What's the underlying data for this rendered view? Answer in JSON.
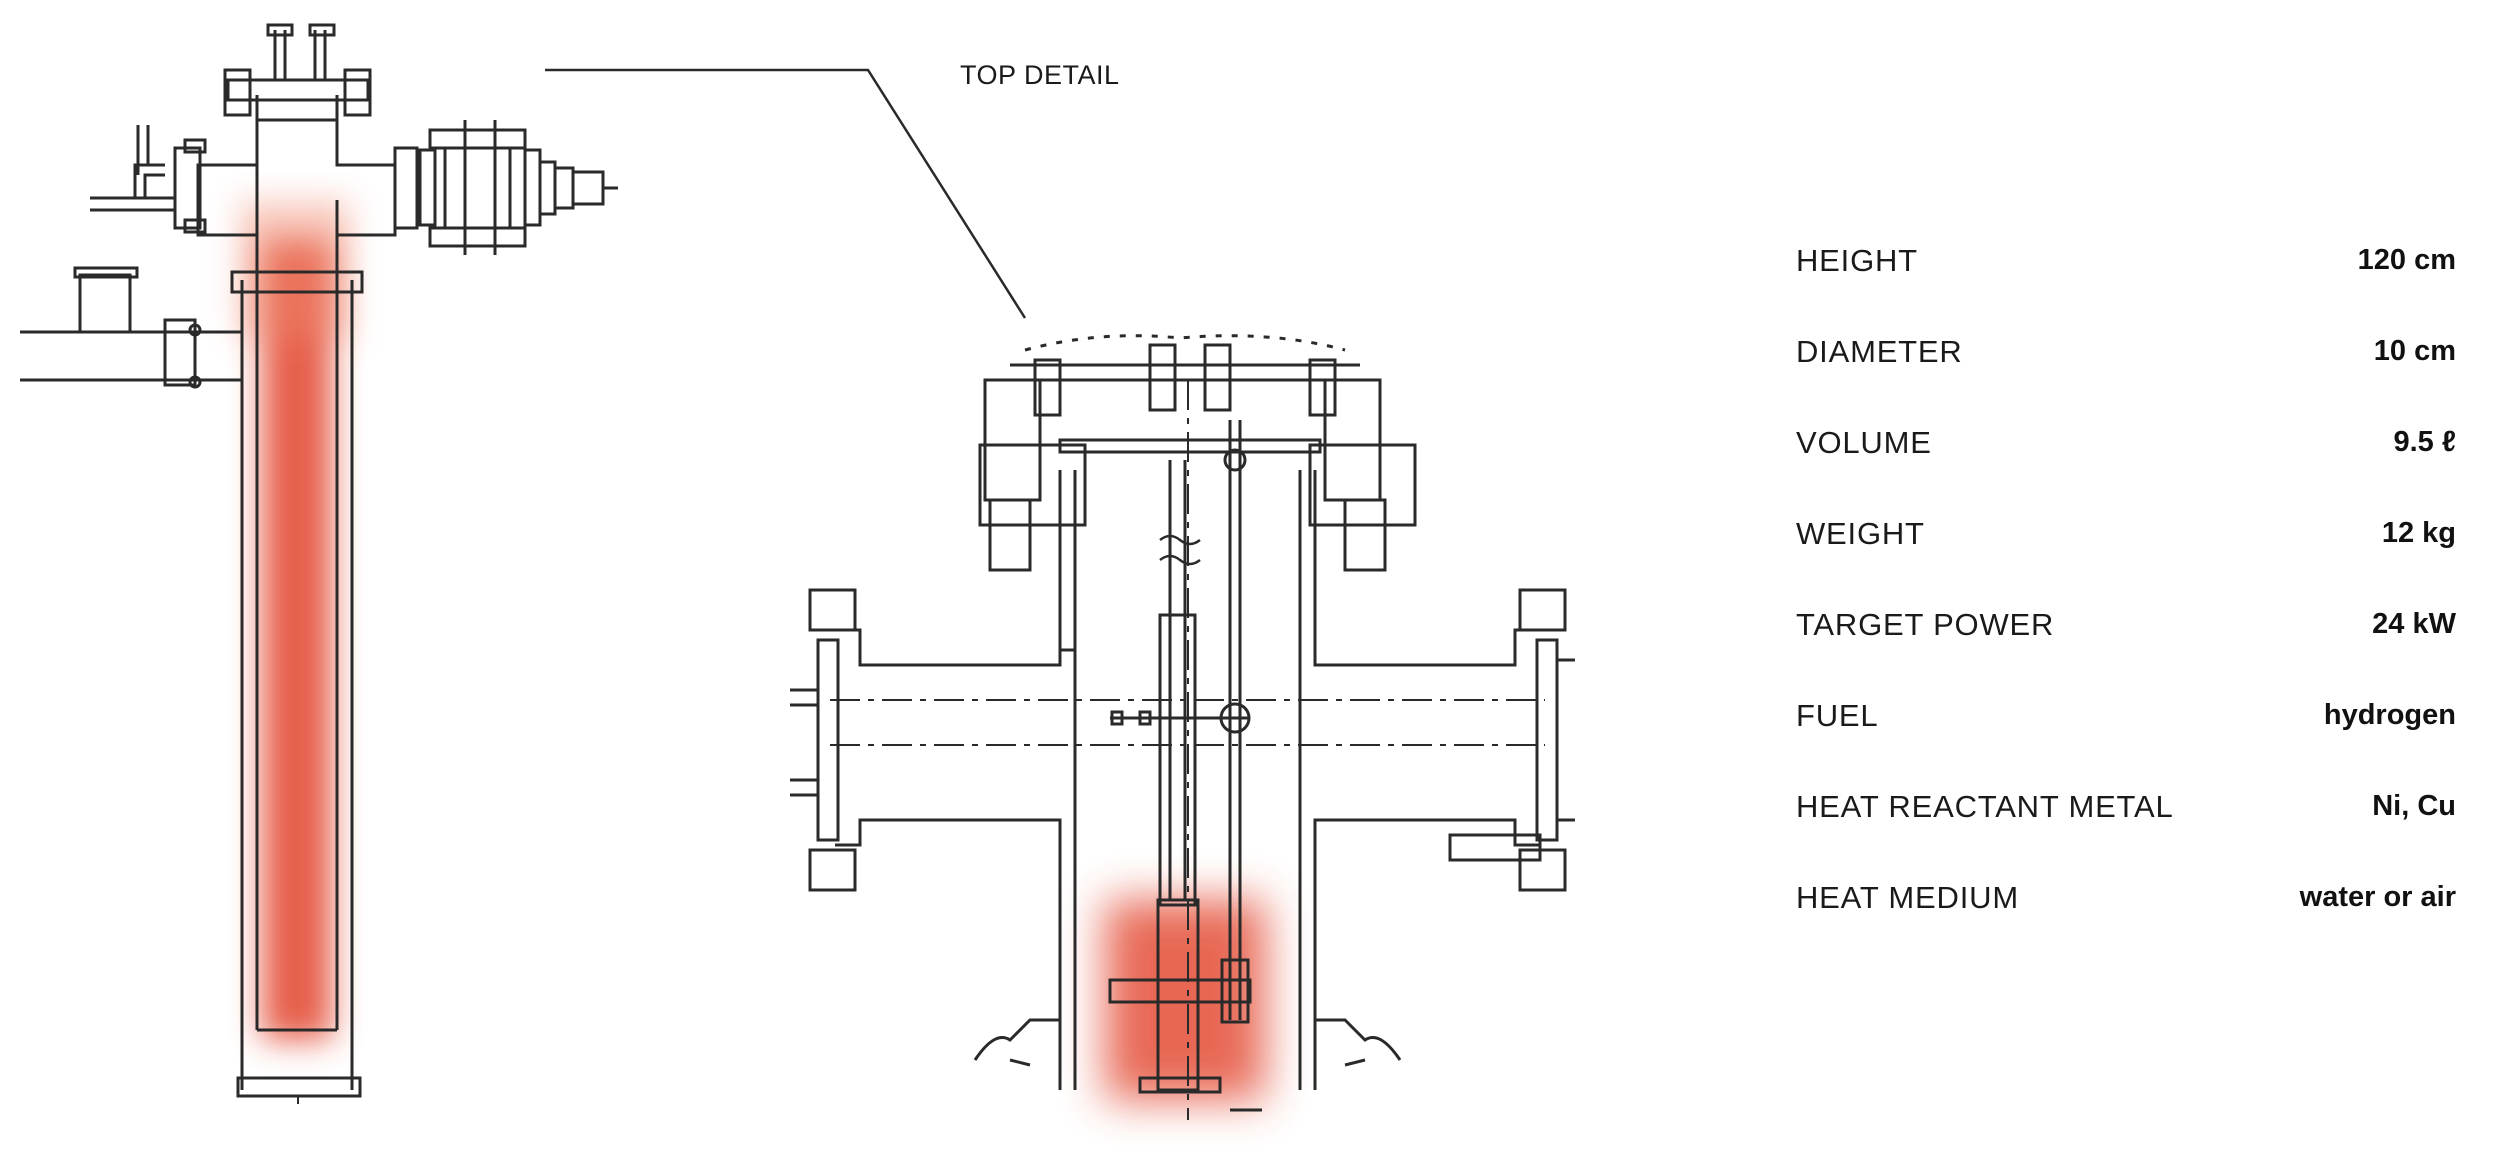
{
  "detail_label": "TOP DETAIL",
  "colors": {
    "line": "#2a2a2a",
    "glow": "#e2432a"
  },
  "specs": [
    {
      "label": "HEIGHT",
      "value": "120 cm"
    },
    {
      "label": "DIAMETER",
      "value": "10 cm"
    },
    {
      "label": "VOLUME",
      "value": "9.5 ℓ"
    },
    {
      "label": "WEIGHT",
      "value": "12 kg"
    },
    {
      "label": "TARGET POWER",
      "value": "24 kW"
    },
    {
      "label": "FUEL",
      "value": "hydrogen"
    },
    {
      "label": "HEAT REACTANT METAL",
      "value": "Ni, Cu"
    },
    {
      "label": "HEAT MEDIUM",
      "value": "water or air"
    }
  ]
}
